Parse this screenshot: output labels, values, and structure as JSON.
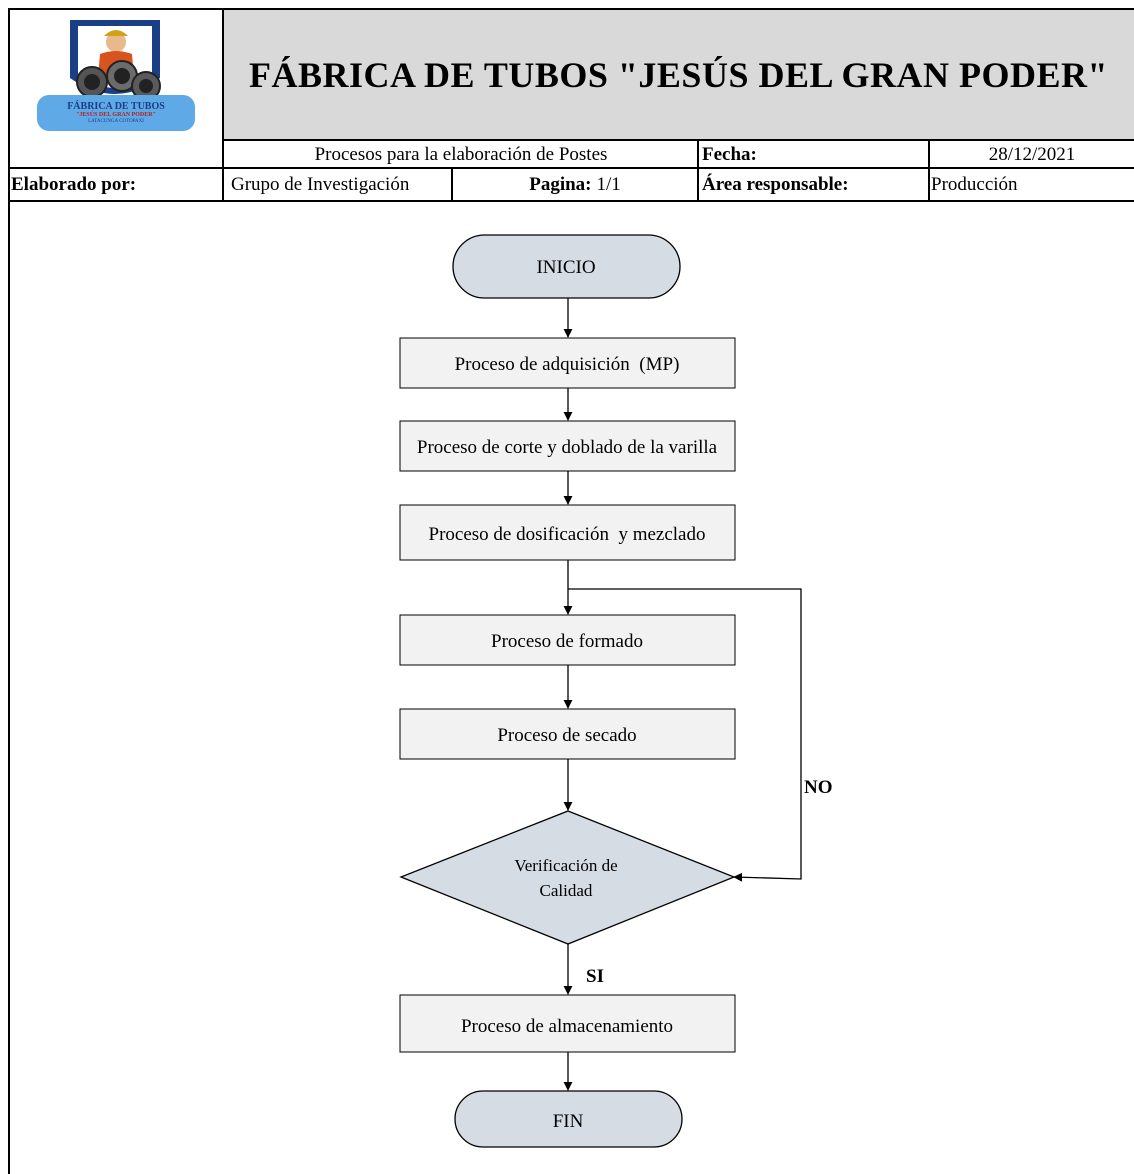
{
  "header": {
    "logo": {
      "icon": "worker-with-pipes-logo",
      "line1": "FÁBRICA DE TUBOS",
      "line2": "\"JESÚS DEL GRAN PODER\"",
      "line3": "LATACUNGA COTOPAXI"
    },
    "title": "FÁBRICA DE TUBOS \"JESÚS DEL GRAN PODER\"",
    "subtitle": "Procesos para la elaboración de Postes",
    "fecha_label": "Fecha:",
    "fecha_value": "28/12/2021",
    "elaborado_label": "Elaborado por:",
    "elaborado_value": "Grupo de Investigación",
    "pagina_label": "Pagina:",
    "pagina_value": "1/1",
    "area_label": "Área responsable:",
    "area_value": "Producción"
  },
  "flowchart": {
    "start": "INICIO",
    "steps": [
      "Proceso de adquisición  (MP)",
      "Proceso de corte y doblado de la varilla",
      "Proceso de dosificación  y mezclado",
      "Proceso de formado",
      "Proceso de secado"
    ],
    "decision": [
      "Verificación de",
      "Calidad"
    ],
    "no_label": "NO",
    "yes_label": "SI",
    "after_decision": "Proceso de almacenamiento",
    "end": "FIN"
  },
  "colors": {
    "header_fill": "#d9d9d9",
    "terminal_fill": "#d6dce4",
    "process_fill": "#f2f2f2",
    "decision_fill": "#d6dce4",
    "logo_badge": "#5fa9e6",
    "logo_navy": "#1b3f86"
  }
}
